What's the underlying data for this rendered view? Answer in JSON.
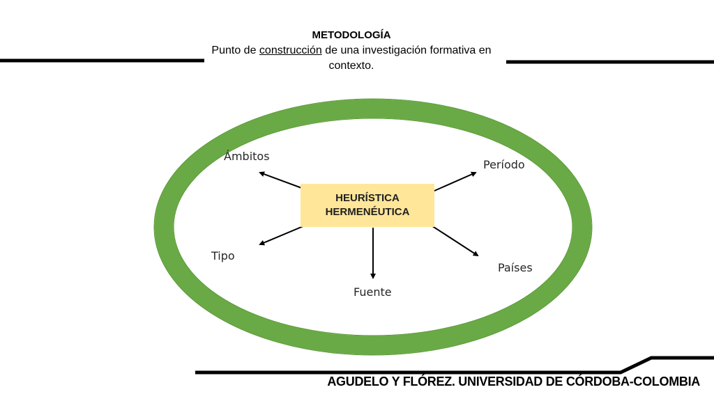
{
  "header": {
    "heading": "METODOLOGÍA",
    "sub_before": "Punto de ",
    "sub_underlined": "construcción",
    "sub_after": " de una investigación formativa en contexto."
  },
  "diagram": {
    "center_line1": "HEURÍSTICA",
    "center_line2": "HERMENÉUTICA",
    "nodes": {
      "ambitos": "Ámbitos",
      "periodo": "Período",
      "tipo": "Tipo",
      "paises": "Países",
      "fuente": "Fuente"
    },
    "colors": {
      "ring": "#6aaa46",
      "box": "#ffe699"
    }
  },
  "footer": {
    "text": "AGUDELO Y FLÓREZ. UNIVERSIDAD DE CÓRDOBA-COLOMBIA"
  }
}
